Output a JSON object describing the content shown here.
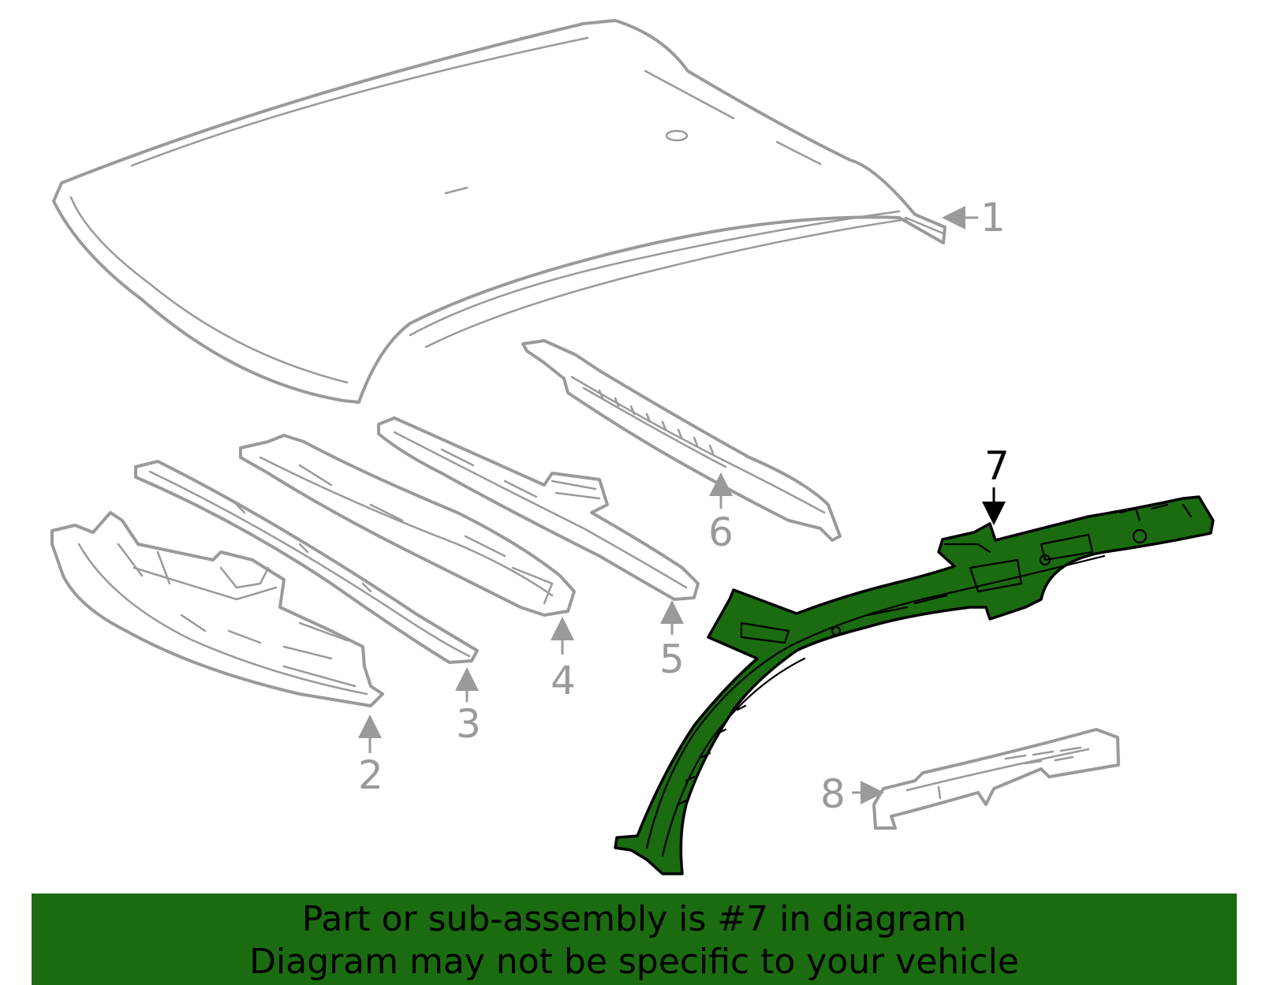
{
  "diagram": {
    "callouts": [
      "1",
      "2",
      "3",
      "4",
      "5",
      "6",
      "7",
      "8"
    ],
    "highlighted_callout": "7",
    "highlight_color": "#1b6b10",
    "part_stroke_color": "#9a9a9a"
  },
  "banner": {
    "line1": "Part or sub-assembly is #7 in diagram",
    "line2": "Diagram may not be specific to your vehicle",
    "background": "#1b6b10"
  }
}
